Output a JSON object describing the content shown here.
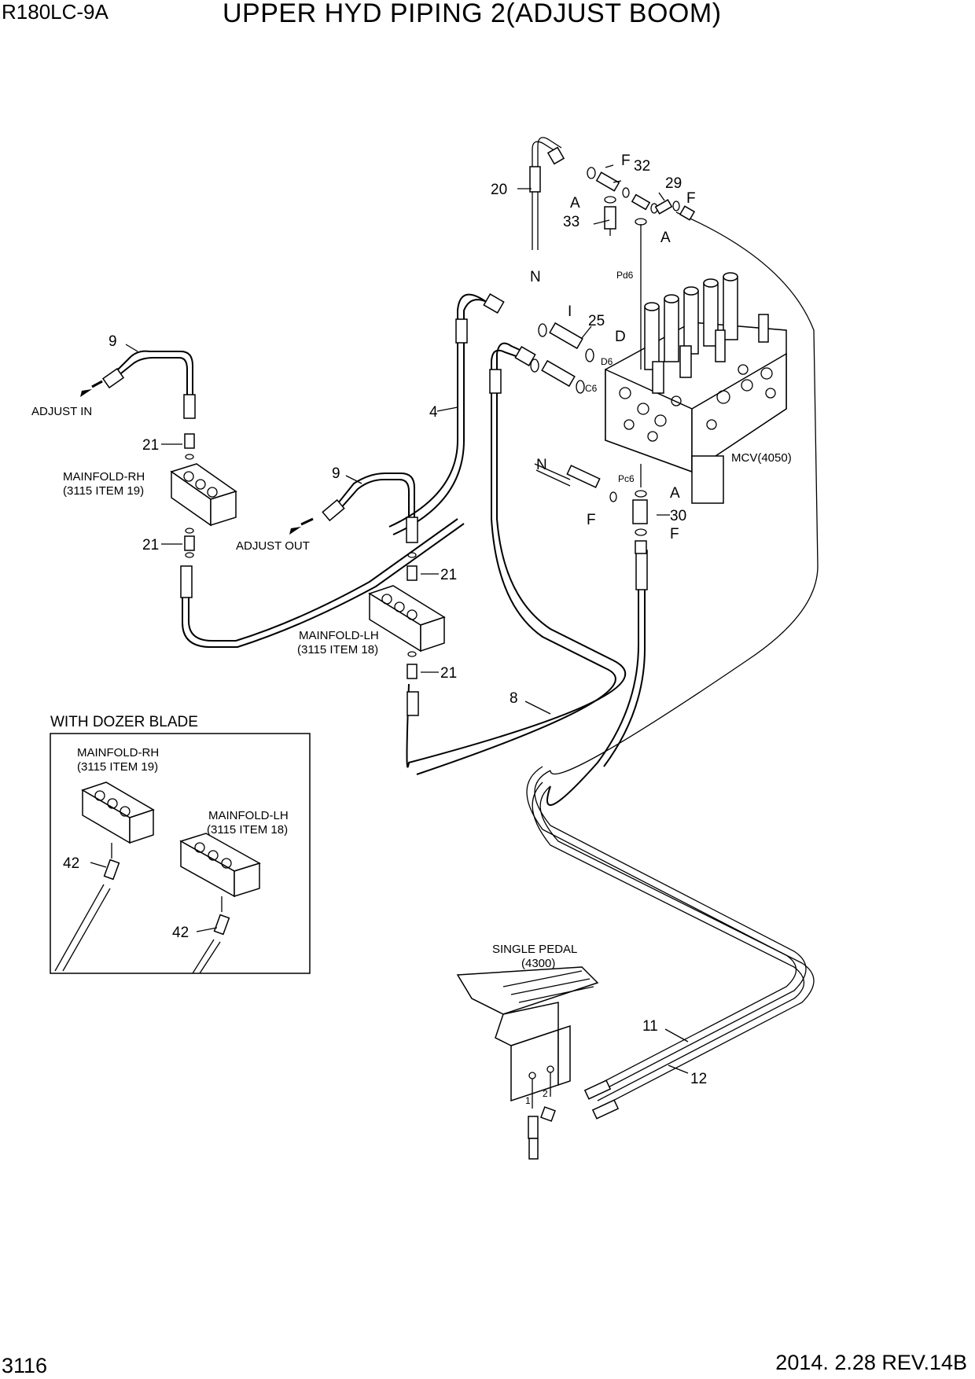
{
  "header": {
    "model": "R180LC-9A",
    "title": "UPPER HYD PIPING 2(ADJUST BOOM)"
  },
  "footer": {
    "page_number": "3116",
    "revision": "2014. 2.28  REV.14B"
  },
  "callouts": {
    "c4": "4",
    "c8": "8",
    "c9a": "9",
    "c9b": "9",
    "c11": "11",
    "c12": "12",
    "c20": "20",
    "c21a": "21",
    "c21b": "21",
    "c21c": "21",
    "c21d": "21",
    "c25": "25",
    "c29": "29",
    "c30": "30",
    "c32": "32",
    "c33": "33",
    "c42a": "42",
    "c42b": "42"
  },
  "letters": {
    "f1": "F",
    "f2": "F",
    "f3": "F",
    "f4": "F",
    "a1": "A",
    "a2": "A",
    "a3": "A",
    "n1": "N",
    "n2": "N",
    "i1": "I",
    "d1": "D"
  },
  "ports": {
    "pd6": "Pd6",
    "d6": "D6",
    "c6": "C6",
    "pc6": "Pc6",
    "one": "1",
    "two": "2"
  },
  "labels": {
    "adjust_in": "ADJUST IN",
    "adjust_out": "ADJUST OUT",
    "mcv": "MCV(4050)",
    "manifold_rh": "MAINFOLD-RH",
    "manifold_rh_ref": "(3115 ITEM 19)",
    "manifold_lh": "MAINFOLD-LH",
    "manifold_lh_ref": "(3115 ITEM 18)",
    "dozer_title": "WITH DOZER BLADE",
    "dozer_rh": "MAINFOLD-RH",
    "dozer_rh_ref": "(3115 ITEM 19)",
    "dozer_lh": "MAINFOLD-LH",
    "dozer_lh_ref": "(3115 ITEM 18)",
    "pedal": "SINGLE PEDAL",
    "pedal_ref": "(4300)"
  }
}
